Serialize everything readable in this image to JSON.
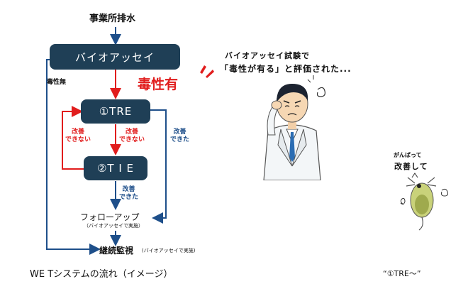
{
  "diagram": {
    "top_label": "事業所排水",
    "bioassay_box": "バイオアッセイ",
    "no_toxicity": "毒性無",
    "toxicity_found": "毒性有",
    "tre_box": "①TRE",
    "tie_box": "②T I E",
    "improve_failed_left": [
      "改善",
      "できない"
    ],
    "improve_failed_center": [
      "改善",
      "できない"
    ],
    "improved_right": [
      "改善",
      "できた"
    ],
    "improved_lower": [
      "改善",
      "できた"
    ],
    "follow_up": "フォローアップ",
    "follow_up_note": "（バイオアッセイで実施）",
    "monitoring": "継続監視",
    "monitoring_note": "(バイオアッセイで実施)",
    "caption": "WE Tシステムの流れ（イメージ）"
  },
  "illustration": {
    "speech_line1": "バイオアッセイ試験で",
    "speech_line2": "「毒性が有る」と評価された...",
    "cheer_line1": "がんばって",
    "cheer_line2": "改善して",
    "bottom_caption": "“①TRE～”"
  },
  "colors": {
    "box": "#1f3f56",
    "red_arrow": "#e11d1d",
    "blue_arrow": "#1e4f8a"
  }
}
